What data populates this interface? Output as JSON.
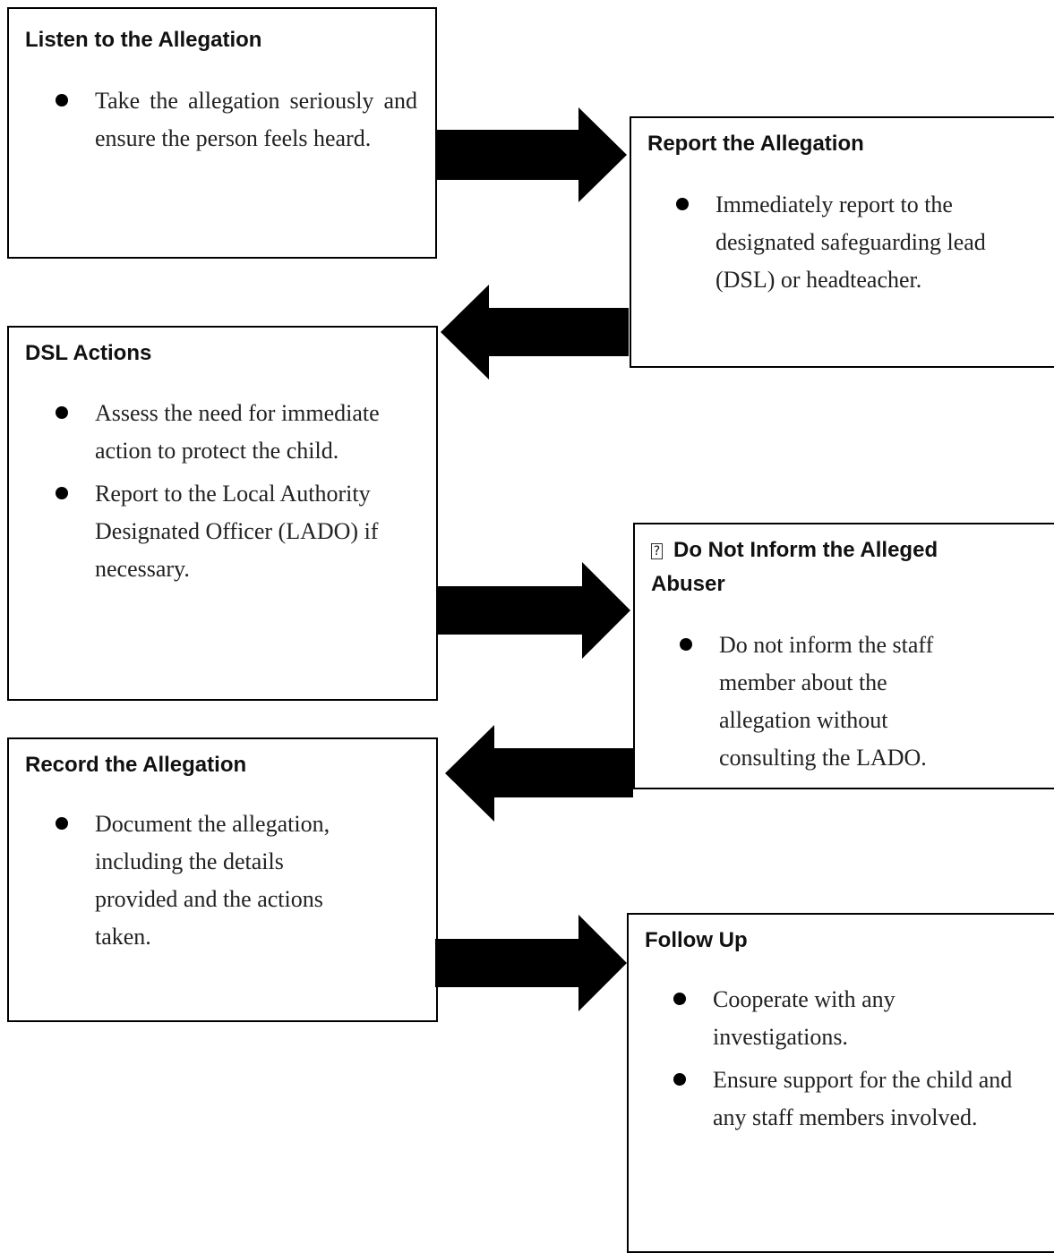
{
  "steps": [
    {
      "title": "Listen to the Allegation",
      "bullets": [
        "Take the allegation seriously and ensure the person feels heard."
      ]
    },
    {
      "title": "Report the Allegation",
      "bullets": [
        "Immediately report to the designated safeguarding lead (DSL) or headteacher."
      ]
    },
    {
      "title": "DSL Actions",
      "bullets": [
        "Assess the need for immediate action to protect the child.",
        "Report to the Local Authority Designated Officer (LADO) if necessary."
      ]
    },
    {
      "title_icon": "?",
      "title": "Do Not Inform the Alleged Abuser",
      "bullets": [
        "Do not inform the staff member about the allegation without consulting the LADO."
      ]
    },
    {
      "title": "Record the Allegation",
      "bullets": [
        "Document the allegation, including the details provided and the actions taken."
      ]
    },
    {
      "title": "Follow Up",
      "bullets": [
        "Cooperate with any investigations.",
        "Ensure support for the child and any staff members involved."
      ]
    }
  ],
  "arrows": [
    {
      "from": "Listen to the Allegation",
      "to": "Report the Allegation",
      "direction": "right"
    },
    {
      "from": "Report the Allegation",
      "to": "DSL Actions",
      "direction": "left"
    },
    {
      "from": "DSL Actions",
      "to": "Do Not Inform the Alleged Abuser",
      "direction": "right"
    },
    {
      "from": "Do Not Inform the Alleged Abuser",
      "to": "Record the Allegation",
      "direction": "left"
    },
    {
      "from": "Record the Allegation",
      "to": "Follow Up",
      "direction": "right"
    }
  ],
  "colors": {
    "arrow": "#000000",
    "border": "#000000",
    "text": "#111111"
  }
}
